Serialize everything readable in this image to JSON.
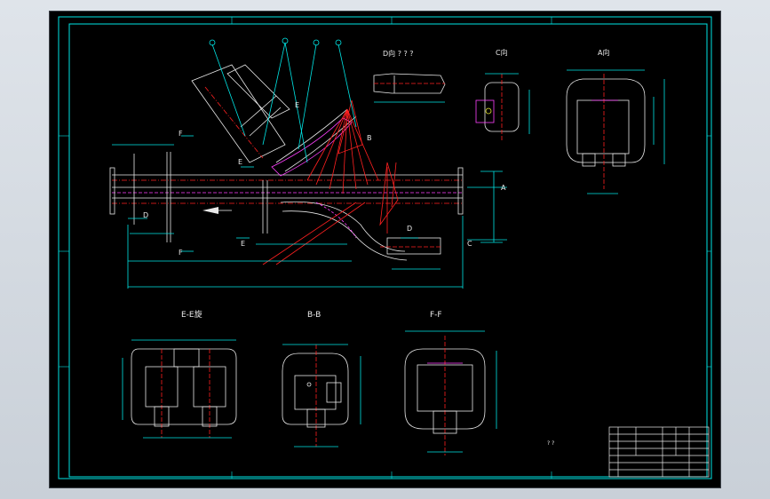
{
  "drawing": {
    "views": {
      "ee": "E-E旋",
      "bb": "B-B",
      "ff": "F-F",
      "c": "C向",
      "a": "A向",
      "d": "D向 ? ? ?"
    },
    "section_markers": {
      "a": "A",
      "c": "C",
      "d": "D",
      "e": "E",
      "f": "F",
      "b": "B"
    },
    "scale_note": "? ?",
    "title_block": {
      "rows": [
        [
          "",
          "",
          "",
          "",
          "",
          ""
        ],
        [
          "",
          "",
          "",
          "",
          "",
          ""
        ],
        [
          "",
          "",
          "",
          "",
          "",
          ""
        ],
        [
          "",
          "",
          "",
          "",
          "",
          ""
        ],
        [
          "",
          "",
          "",
          "",
          "",
          ""
        ],
        [
          "",
          "",
          "",
          "",
          "",
          ""
        ]
      ],
      "name": "",
      "code": ""
    }
  },
  "colors": {
    "frame": "#00e5e5",
    "geometry": "#e8e8e8",
    "centerline": "#ff2020",
    "hidden": "#ff40ff",
    "background": "#000000"
  }
}
